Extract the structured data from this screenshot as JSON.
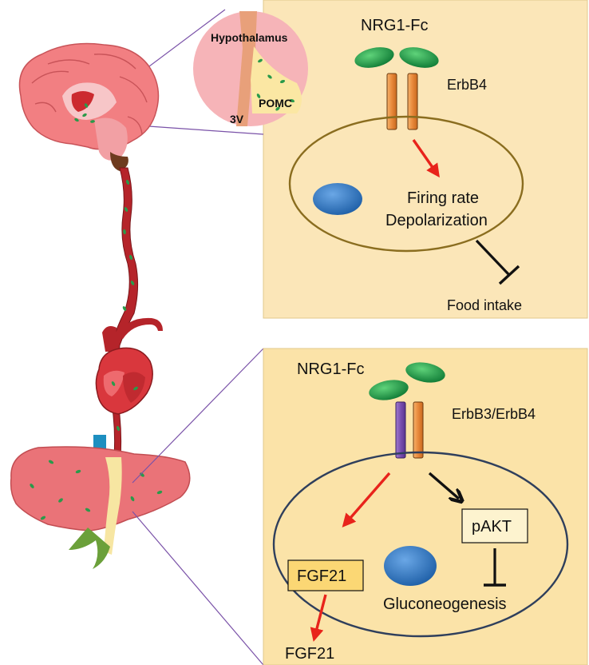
{
  "hypothalamus": {
    "title": "Hypothalamus",
    "third_ventricle": "3V",
    "neuron": "POMC"
  },
  "brain_panel": {
    "ligand": "NRG1-Fc",
    "receptor": "ErbB4",
    "effect_line1": "Firing rate",
    "effect_line2": "Depolarization",
    "outcome": "Food intake"
  },
  "liver_panel": {
    "ligand": "NRG1-Fc",
    "receptor": "ErbB3/ErbB4",
    "fgf21_box": "FGF21",
    "pakt_box": "pAKT",
    "outcome": "Gluconeogenesis",
    "secreted": "FGF21"
  },
  "colors": {
    "panel_fill": "#fbe6b8",
    "liver_panel_fill": "#fbe3a8",
    "brain_cell_border": "#8a6d1f",
    "liver_cell_border": "#2f3f5c",
    "activation_arrow": "#e8231b",
    "ligand_green": "#1a9a45",
    "erbb4_orange": "#f09a4a",
    "erbb3_purple": "#7a4fb0",
    "nucleus_blue": "#2e6fb5",
    "organ_red": "#e05a60",
    "vessel_red": "#b5242a"
  }
}
